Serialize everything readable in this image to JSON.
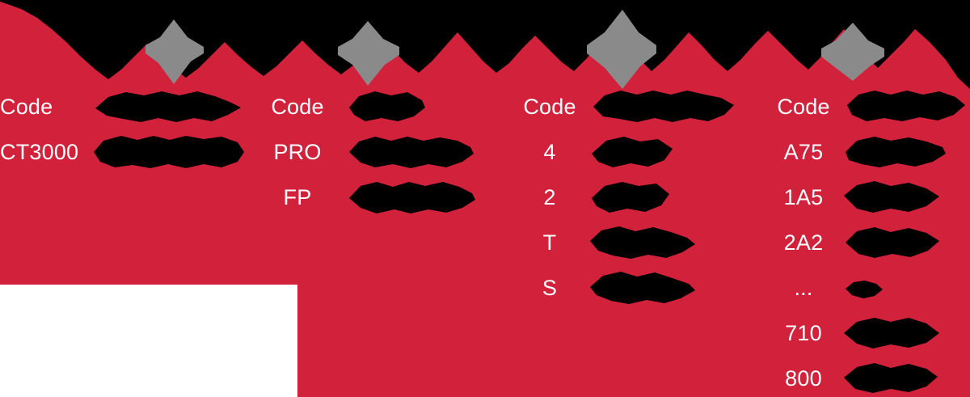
{
  "page": {
    "background_color": "#d1213b",
    "redaction_color": "#000000",
    "accent_gray": "#8a8a8a",
    "text_color": "#ffffff"
  },
  "header": {
    "redaction_label": "redacted-title-block",
    "gray_marks": 4
  },
  "columns": [
    {
      "id": "column-1",
      "header": {
        "code": "Code",
        "value_redacted": true,
        "value_width": 186
      },
      "rows": [
        {
          "code": "CT3000",
          "value_redacted": true,
          "value_width": 190
        }
      ]
    },
    {
      "id": "column-2",
      "header": {
        "code": "Code",
        "value_redacted": true,
        "value_width": 96
      },
      "rows": [
        {
          "code": "PRO",
          "value_redacted": true,
          "value_width": 156
        },
        {
          "code": "FP",
          "value_redacted": true,
          "value_width": 158
        }
      ]
    },
    {
      "id": "column-3",
      "header": {
        "code": "Code",
        "value_redacted": true,
        "value_width": 178
      },
      "rows": [
        {
          "code": "4",
          "value_redacted": true,
          "value_width": 102
        },
        {
          "code": "2",
          "value_redacted": true,
          "value_width": 98
        },
        {
          "code": "T",
          "value_redacted": true,
          "value_width": 130
        },
        {
          "code": "S",
          "value_redacted": true,
          "value_width": 130
        }
      ]
    },
    {
      "id": "column-4",
      "header": {
        "code": "Code",
        "value_redacted": true,
        "value_width": 150
      },
      "rows": [
        {
          "code": "A75",
          "value_redacted": true,
          "value_width": 126
        },
        {
          "code": "1A5",
          "value_redacted": true,
          "value_width": 118
        },
        {
          "code": "2A2",
          "value_redacted": true,
          "value_width": 118
        },
        {
          "code": "...",
          "value_redacted": true,
          "value_width": 48
        },
        {
          "code": "710",
          "value_redacted": true,
          "value_width": 118
        },
        {
          "code": "800",
          "value_redacted": true,
          "value_width": 118
        }
      ]
    }
  ]
}
